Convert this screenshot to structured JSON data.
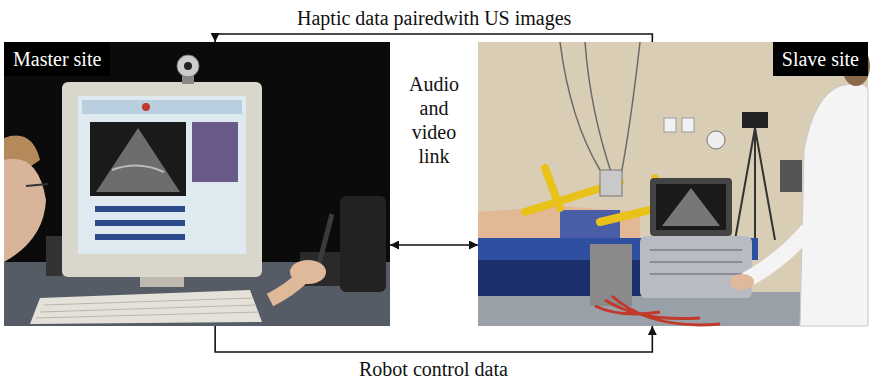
{
  "diagram": {
    "nodes": [
      {
        "text": [
          "Master site"
        ]
      },
      {
        "text": [
          "Slave site"
        ]
      }
    ],
    "edges": [
      {
        "from": 1,
        "to": 0,
        "arrow": "to",
        "label": "Haptic data pairedwith US images"
      },
      {
        "from": 0,
        "to": 1,
        "arrow": "both",
        "label": "Audio and video link"
      },
      {
        "from": 0,
        "to": 1,
        "arrow": "to",
        "label": "Robot control data"
      }
    ]
  }
}
